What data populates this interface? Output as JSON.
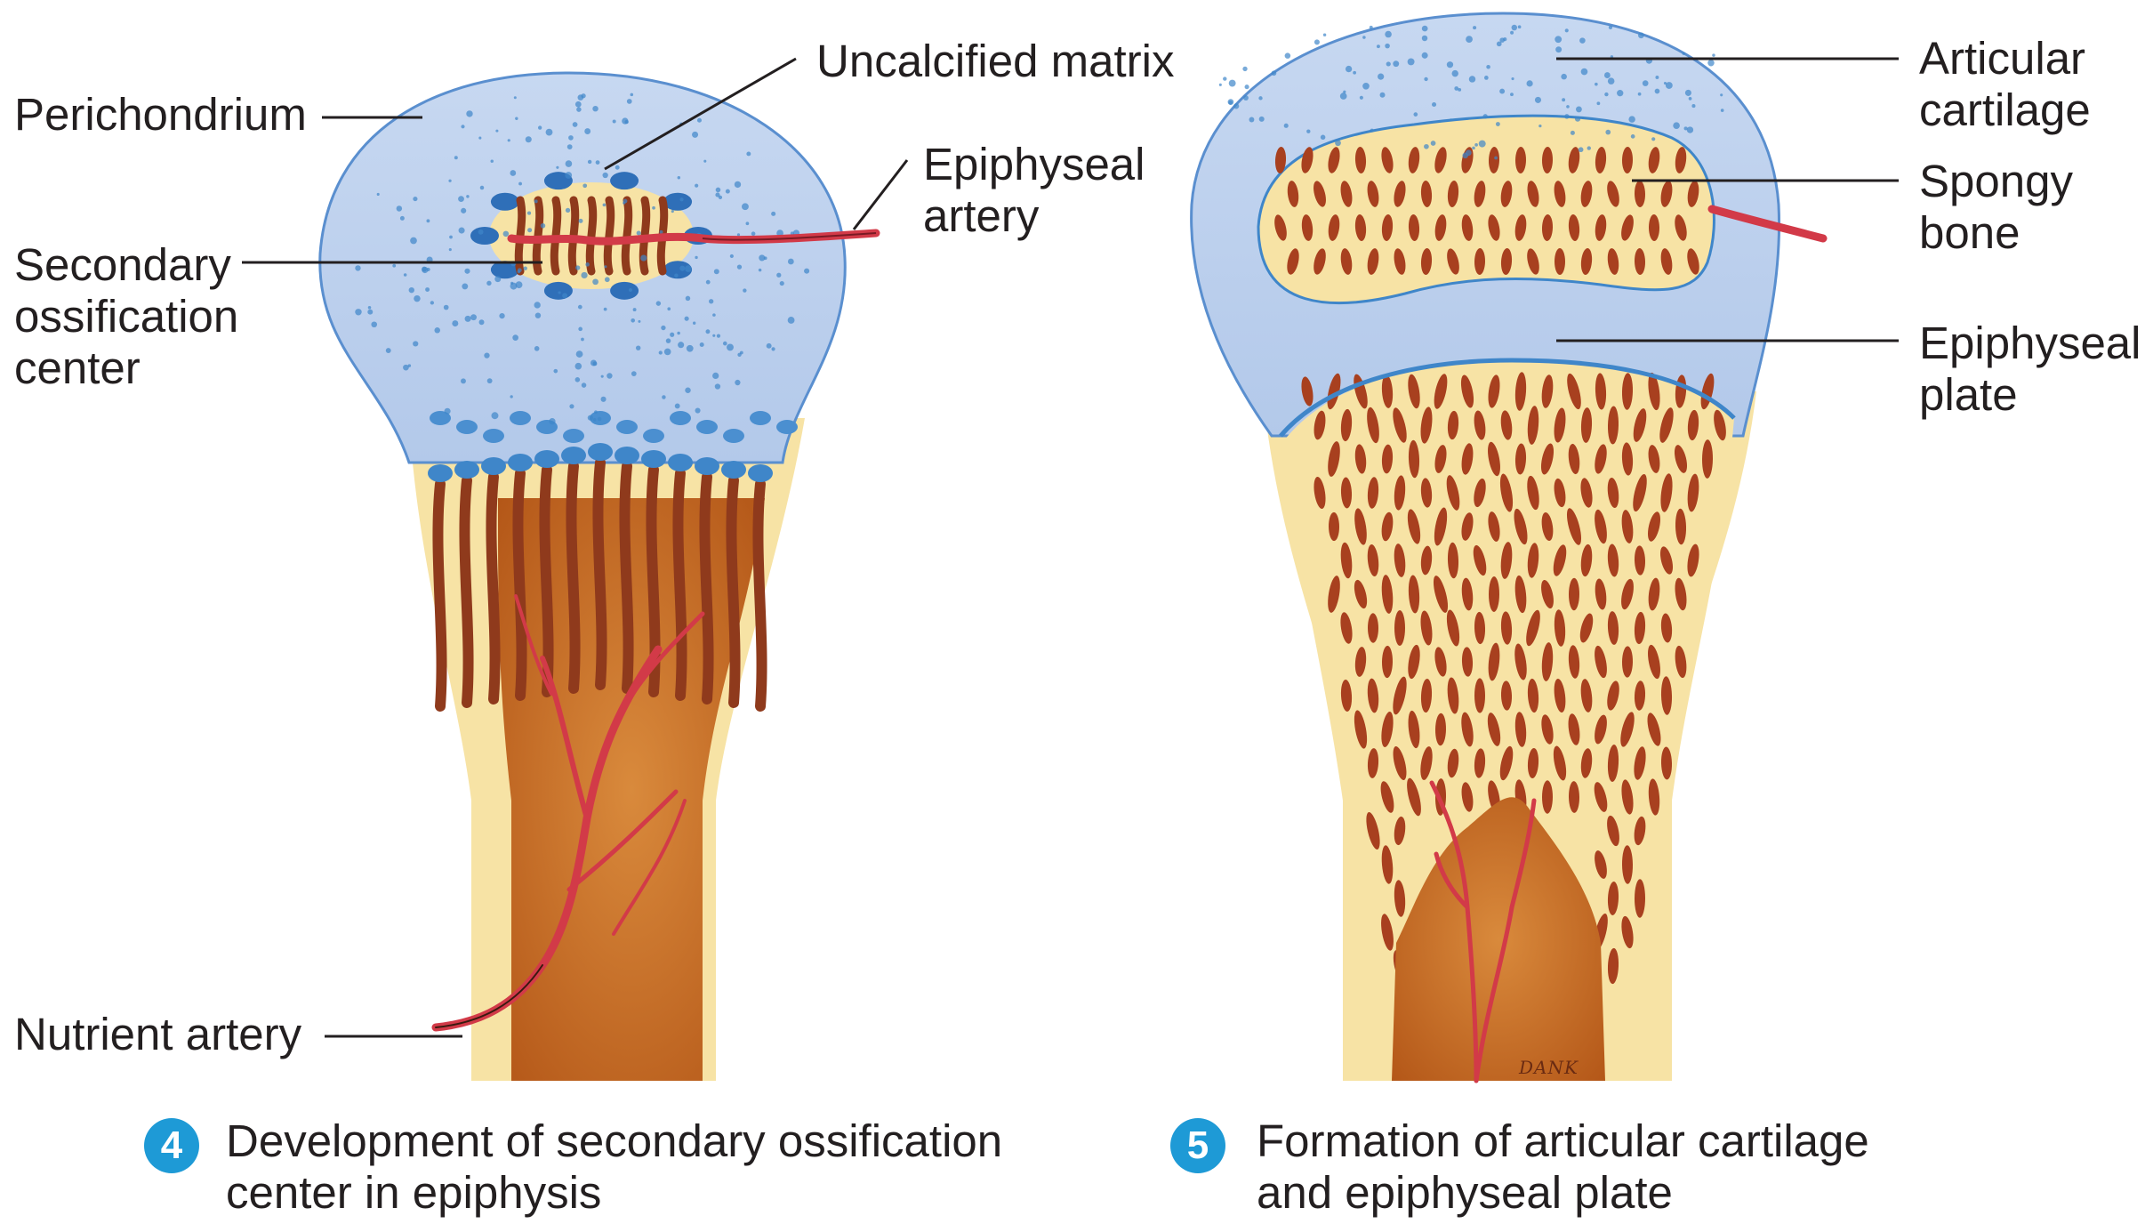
{
  "colors": {
    "cartilage": "#b9cdec",
    "cartilage_edge": "#3f86c9",
    "bone": "#f7e3a5",
    "marrow": "#c1661f",
    "trabecula_cavity": "#9a3a1e",
    "artery": "#d23a48",
    "step_circle": "#1e9ad6",
    "label_line": "#231f20"
  },
  "panel4": {
    "step_number": "4",
    "caption": "Development of secondary ossification\ncenter in epiphysis",
    "labels": {
      "perichondrium": "Perichondrium",
      "uncalcified_matrix": "Uncalcified matrix",
      "epiphyseal_artery": "Epiphyseal\nartery",
      "secondary_ossification_center": "Secondary\nossification\ncenter",
      "nutrient_artery": "Nutrient artery"
    }
  },
  "panel5": {
    "step_number": "5",
    "caption": "Formation of articular cartilage\nand epiphyseal plate",
    "labels": {
      "articular_cartilage": "Articular\ncartilage",
      "spongy_bone": "Spongy\nbone",
      "epiphyseal_plate": "Epiphyseal\nplate"
    },
    "artist_signature": "DANK"
  }
}
